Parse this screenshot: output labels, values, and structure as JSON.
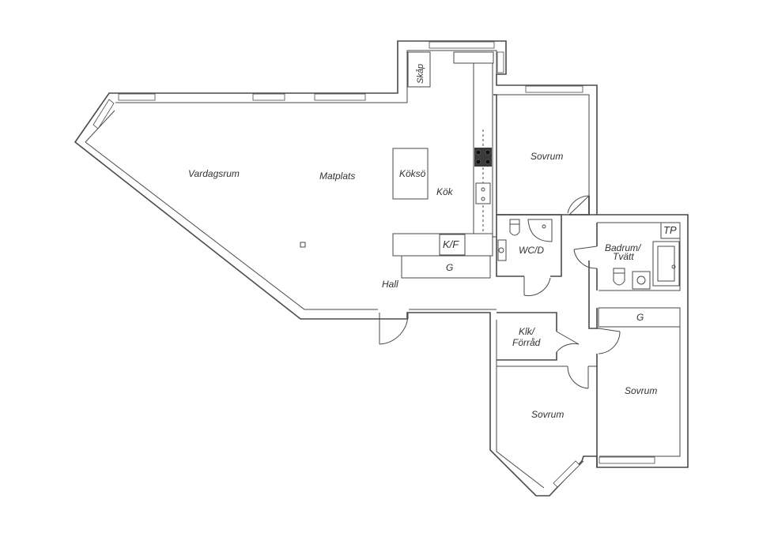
{
  "rooms": {
    "vardagsrum": "Vardagsrum",
    "matplats": "Matplats",
    "kokso": "Köksö",
    "kok": "Kök",
    "skap": "Skåp",
    "sovrum_top": "Sovrum",
    "kf": "K/F",
    "g_kitchen": "G",
    "wcd": "WC/D",
    "badrum_line1": "Badrum/",
    "badrum_line2": "Tvätt",
    "tp": "TP",
    "hall": "Hall",
    "g_bedroom": "G",
    "klk_line1": "Klk/",
    "klk_line2": "Förråd",
    "sovrum_right": "Sovrum",
    "sovrum_bottom": "Sovrum"
  }
}
